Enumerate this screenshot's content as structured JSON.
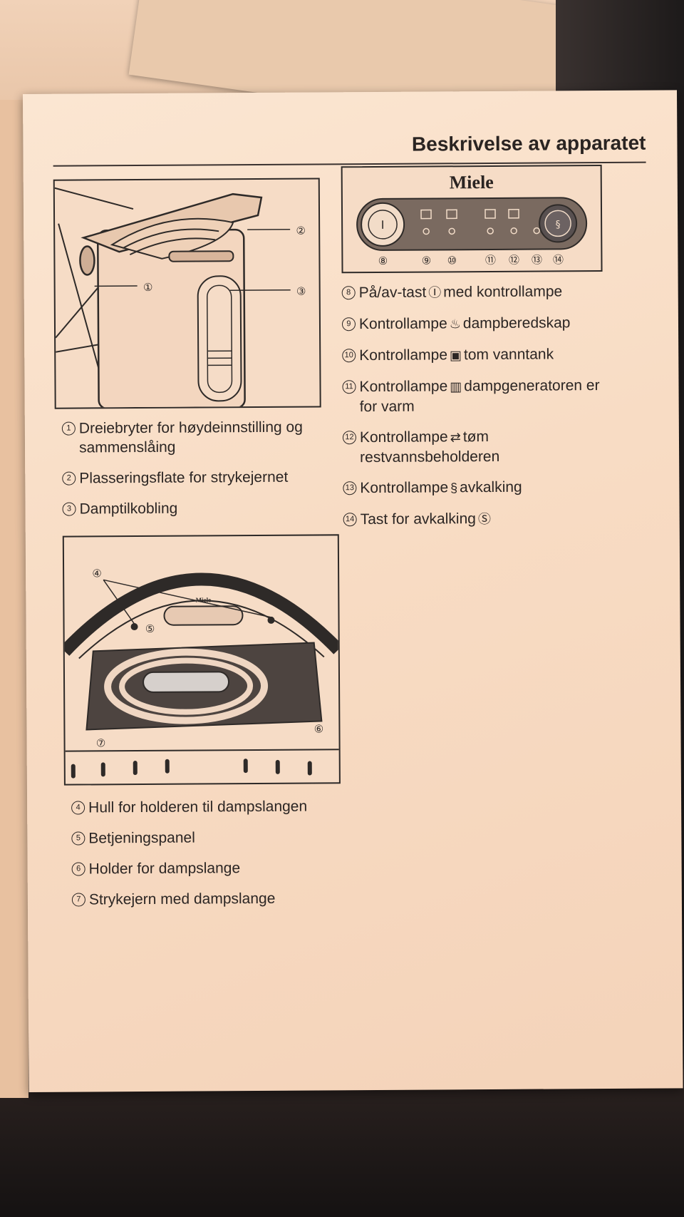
{
  "page": {
    "title": "Beskrivelse av apparatet"
  },
  "panel": {
    "brand": "Miele",
    "callouts": [
      "⑧",
      "⑨",
      "⑩",
      "⑪",
      "⑫",
      "⑬",
      "⑭"
    ]
  },
  "figure_top": {
    "callouts": [
      "①",
      "②",
      "③"
    ]
  },
  "figure_bottom": {
    "brand": "Miele",
    "callouts": [
      "④",
      "⑤",
      "⑥",
      "⑦"
    ]
  },
  "legend_top_left": [
    {
      "num": "1",
      "text": "Dreiebryter for høydeinnstilling og\nsammenslåing"
    },
    {
      "num": "2",
      "text": "Plasseringsflate for strykejernet"
    },
    {
      "num": "3",
      "text": "Damptilkobling"
    }
  ],
  "legend_right": [
    {
      "num": "8",
      "pre": "På/av-tast",
      "icon": "Ⓘ",
      "post": "med kontrollampe"
    },
    {
      "num": "9",
      "pre": "Kontrollampe",
      "icon": "♨",
      "post": "dampberedskap"
    },
    {
      "num": "10",
      "pre": "Kontrollampe",
      "icon": "▣",
      "post": "tom vanntank"
    },
    {
      "num": "11",
      "pre": "Kontrollampe",
      "icon": "▥",
      "post": "dampgeneratoren er\nfor varm"
    },
    {
      "num": "12",
      "pre": "Kontrollampe",
      "icon": "⇄",
      "post": "tøm\nrestvannsbeholderen"
    },
    {
      "num": "13",
      "pre": "Kontrollampe",
      "icon": "§",
      "post": "avkalking"
    },
    {
      "num": "14",
      "pre": "Tast for avkalking",
      "icon": "Ⓢ",
      "post": ""
    }
  ],
  "legend_bottom_left": [
    {
      "num": "4",
      "text": "Hull for holderen til dampslangen"
    },
    {
      "num": "5",
      "text": "Betjeningspanel"
    },
    {
      "num": "6",
      "text": "Holder for dampslange"
    },
    {
      "num": "7",
      "text": "Strykejern med dampslange"
    }
  ]
}
